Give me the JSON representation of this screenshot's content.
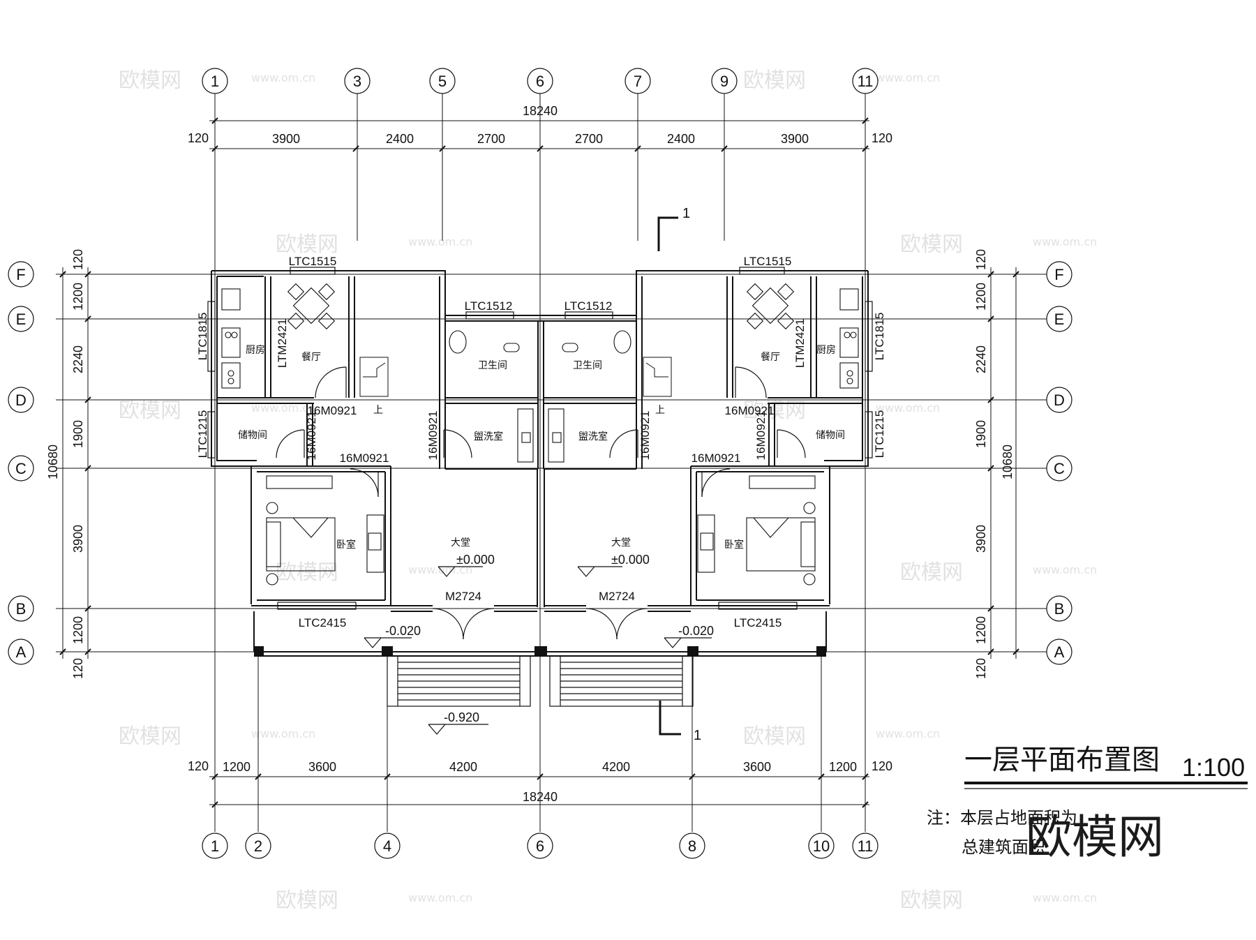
{
  "colors": {
    "line": "#111111",
    "watermark": "#c8c8c8",
    "background": "#ffffff"
  },
  "axes": {
    "top": [
      "1",
      "3",
      "5",
      "6",
      "7",
      "9",
      "11"
    ],
    "bottom": [
      "1",
      "2",
      "4",
      "6",
      "8",
      "10",
      "11"
    ],
    "left": [
      "F",
      "E",
      "D",
      "C",
      "B",
      "A"
    ],
    "right": [
      "F",
      "E",
      "D",
      "C",
      "B",
      "A"
    ]
  },
  "dimensions": {
    "top_total": "18240",
    "top_segments": [
      "120",
      "3900",
      "2400",
      "2700",
      "2700",
      "2400",
      "3900",
      "120"
    ],
    "bottom_total": "18240",
    "bottom_segments": [
      "120",
      "1200",
      "3600",
      "4200",
      "4200",
      "3600",
      "1200",
      "120"
    ],
    "left_total": "10680",
    "left_segments": [
      "120",
      "1200",
      "2240",
      "1900",
      "3900",
      "1200",
      "120"
    ],
    "right_total": "10680",
    "right_segments": [
      "120",
      "1200",
      "2240",
      "1900",
      "3900",
      "1200",
      "120"
    ]
  },
  "rooms": {
    "kitchen": "厨房",
    "dining": "餐厅",
    "bathroom": "卫生间",
    "storage": "储物间",
    "washroom": "盥洗室",
    "bedroom": "卧室",
    "hall": "大堂",
    "up": "上"
  },
  "labels": {
    "ltc1515": "LTC1515",
    "ltc1512": "LTC1512",
    "ltc1815": "LTC1815",
    "ltm2421": "LTM2421",
    "ltc1215": "LTC1215",
    "m0921": "16M0921",
    "ltc2415": "LTC2415",
    "m2724": "M2724"
  },
  "elevations": {
    "hall": "±0.000",
    "porch": "-0.020",
    "ground": "-0.920"
  },
  "section_mark": "1",
  "title": {
    "main": "一层平面布置图",
    "scale": "1:100",
    "note_line1": "注：本层占地面积为",
    "note_line2": "总建筑面积"
  },
  "watermark": {
    "brand": "欧模网",
    "url": "www.om.cn",
    "short_url": "om.cn"
  }
}
